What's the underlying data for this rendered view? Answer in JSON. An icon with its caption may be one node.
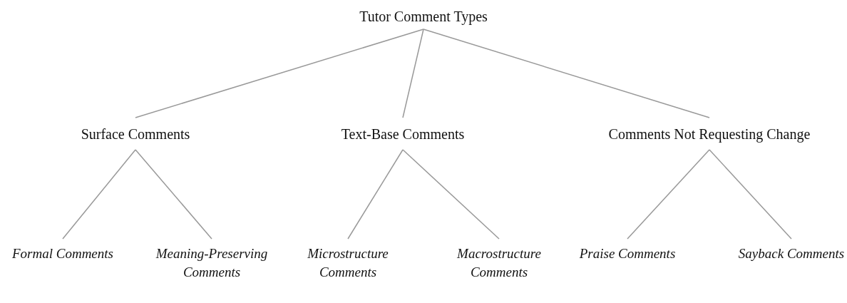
{
  "diagram": {
    "nodes": [
      {
        "text": [
          "Tutor Comment Types"
        ]
      },
      {
        "text": [
          "Surface Comments"
        ]
      },
      {
        "text": [
          "Text-Base Comments"
        ]
      },
      {
        "text": [
          "Comments Not Requesting Change"
        ]
      },
      {
        "text": [
          "Formal Comments"
        ]
      },
      {
        "text": [
          "Meaning-Preserving Comments"
        ]
      },
      {
        "text": [
          "Microstructure Comments"
        ]
      },
      {
        "text": [
          "Macrostructure Comments"
        ]
      },
      {
        "text": [
          "Praise Comments"
        ]
      },
      {
        "text": [
          "Sayback Comments"
        ]
      }
    ],
    "edges": [
      {
        "from": 0,
        "to": 1,
        "arrow": "none"
      },
      {
        "from": 0,
        "to": 2,
        "arrow": "none"
      },
      {
        "from": 0,
        "to": 3,
        "arrow": "none"
      },
      {
        "from": 1,
        "to": 4,
        "arrow": "none"
      },
      {
        "from": 1,
        "to": 5,
        "arrow": "none"
      },
      {
        "from": 2,
        "to": 6,
        "arrow": "none"
      },
      {
        "from": 2,
        "to": 7,
        "arrow": "none"
      },
      {
        "from": 3,
        "to": 8,
        "arrow": "none"
      },
      {
        "from": 3,
        "to": 9,
        "arrow": "none"
      }
    ]
  }
}
